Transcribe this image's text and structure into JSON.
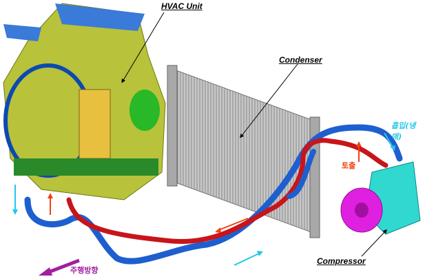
{
  "labels": {
    "hvac": "HVAC Unit",
    "condenser": "Condenser",
    "compressor": "Compressor",
    "suction": "흡입(냉매)",
    "discharge": "토출",
    "driving_direction": "주행방향"
  },
  "colors": {
    "hvac_body": "#b8c23a",
    "blue_pipe": "#1e5fd0",
    "red_pipe": "#c8141a",
    "condenser": "#b4b4b4",
    "compressor": "#30d8d0",
    "clutch": "#e020e0",
    "suction_text": "#20c8e8",
    "discharge_text": "#f04010",
    "direction_text": "#a020a0"
  }
}
